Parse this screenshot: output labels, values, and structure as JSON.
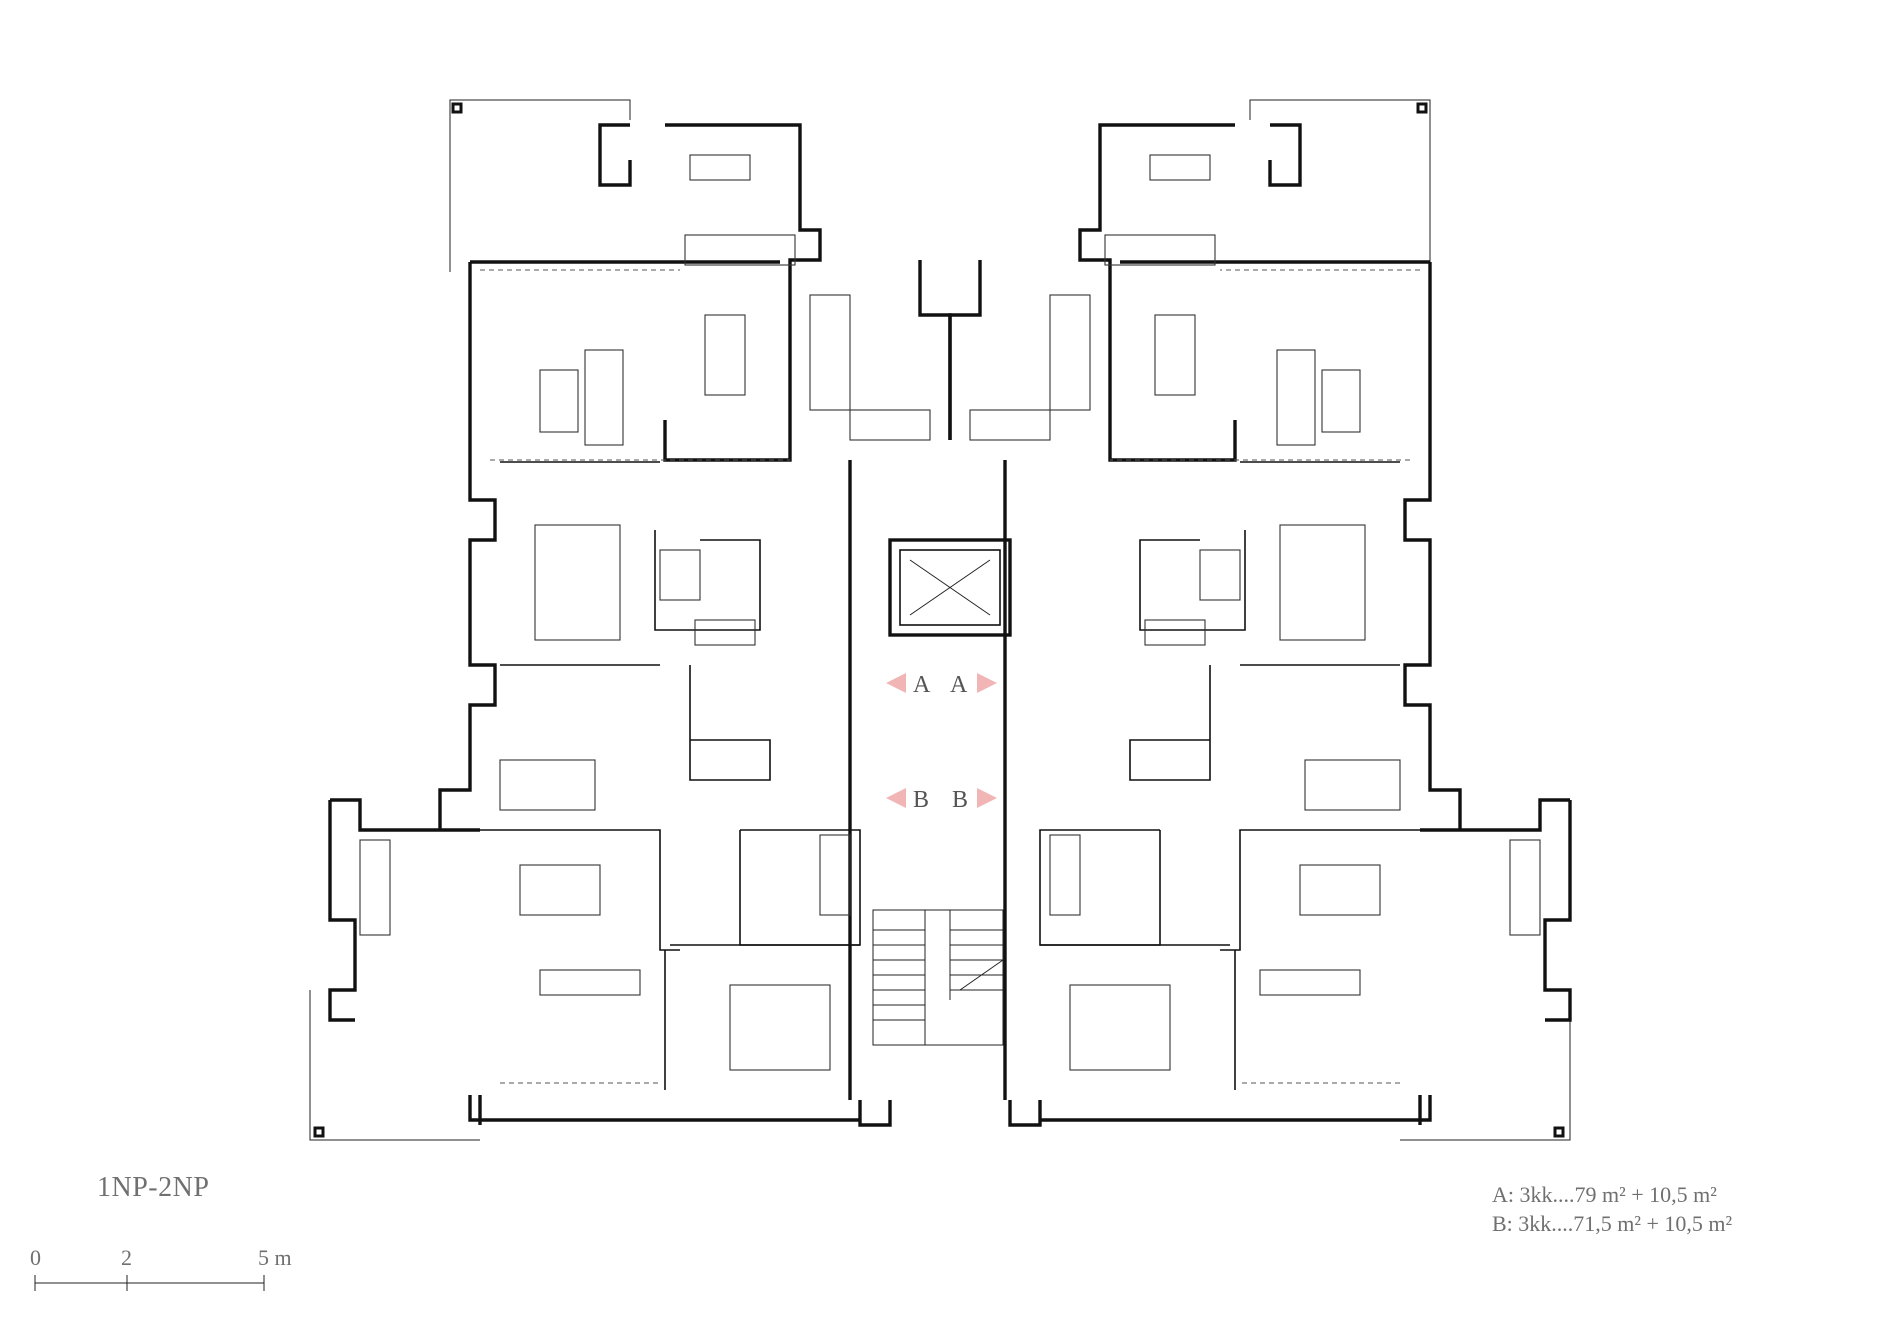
{
  "plan": {
    "floor_label": "1NP-2NP",
    "unit_letters": [
      "A",
      "A",
      "B",
      "B"
    ],
    "legend": [
      "A: 3kk....79 m² + 10,5 m²",
      "B: 3kk....71,5 m² + 10,5 m²"
    ],
    "scale_bar": {
      "ticks": [
        "0",
        "2",
        "5 m"
      ]
    },
    "colors": {
      "walls": "#111111",
      "unit_arrows": "#f2b5b5",
      "text": "#707070"
    }
  }
}
